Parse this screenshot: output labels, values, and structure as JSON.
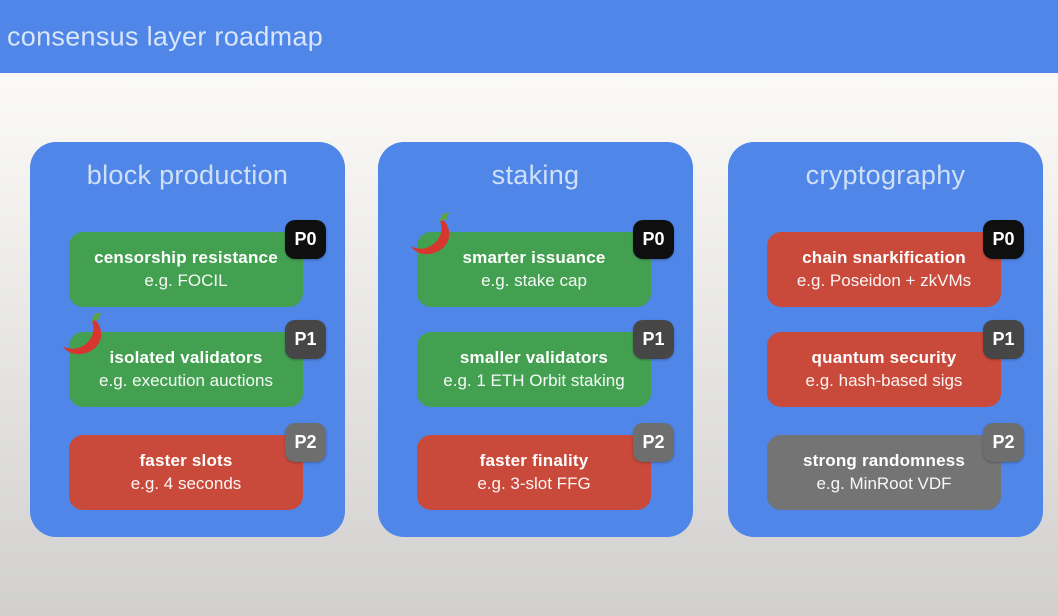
{
  "header": {
    "title": "consensus layer roadmap"
  },
  "palette": {
    "header_blue": "#4f86e8",
    "column_blue": "#4f86e8",
    "card_green": "#43a051",
    "card_red": "#c9493a",
    "card_gray": "#747474",
    "badge_p0": "#0f0f0f",
    "badge_p1": "#464646",
    "badge_p2": "#6e6e6e",
    "title_text": "#cfe0f7",
    "background_bottom": "#d1d0ce"
  },
  "icons": {
    "hot": "chili-pepper-icon"
  },
  "columns": [
    {
      "title": "block production",
      "cards": [
        {
          "title": "censorship resistance",
          "subtitle": "e.g. FOCIL",
          "priority": "P0",
          "color": "green",
          "hot": false
        },
        {
          "title": "isolated validators",
          "subtitle": "e.g. execution auctions",
          "priority": "P1",
          "color": "green",
          "hot": true
        },
        {
          "title": "faster slots",
          "subtitle": "e.g. 4 seconds",
          "priority": "P2",
          "color": "red",
          "hot": false
        }
      ]
    },
    {
      "title": "staking",
      "cards": [
        {
          "title": "smarter issuance",
          "subtitle": "e.g. stake cap",
          "priority": "P0",
          "color": "green",
          "hot": true
        },
        {
          "title": "smaller validators",
          "subtitle": "e.g. 1 ETH Orbit staking",
          "priority": "P1",
          "color": "green",
          "hot": false
        },
        {
          "title": "faster finality",
          "subtitle": "e.g. 3-slot FFG",
          "priority": "P2",
          "color": "red",
          "hot": false
        }
      ]
    },
    {
      "title": "cryptography",
      "cards": [
        {
          "title": "chain snarkification",
          "subtitle": "e.g. Poseidon + zkVMs",
          "priority": "P0",
          "color": "red",
          "hot": false
        },
        {
          "title": "quantum security",
          "subtitle": "e.g. hash-based sigs",
          "priority": "P1",
          "color": "red",
          "hot": false
        },
        {
          "title": "strong randomness",
          "subtitle": "e.g. MinRoot VDF",
          "priority": "P2",
          "color": "gray",
          "hot": false
        }
      ]
    }
  ]
}
